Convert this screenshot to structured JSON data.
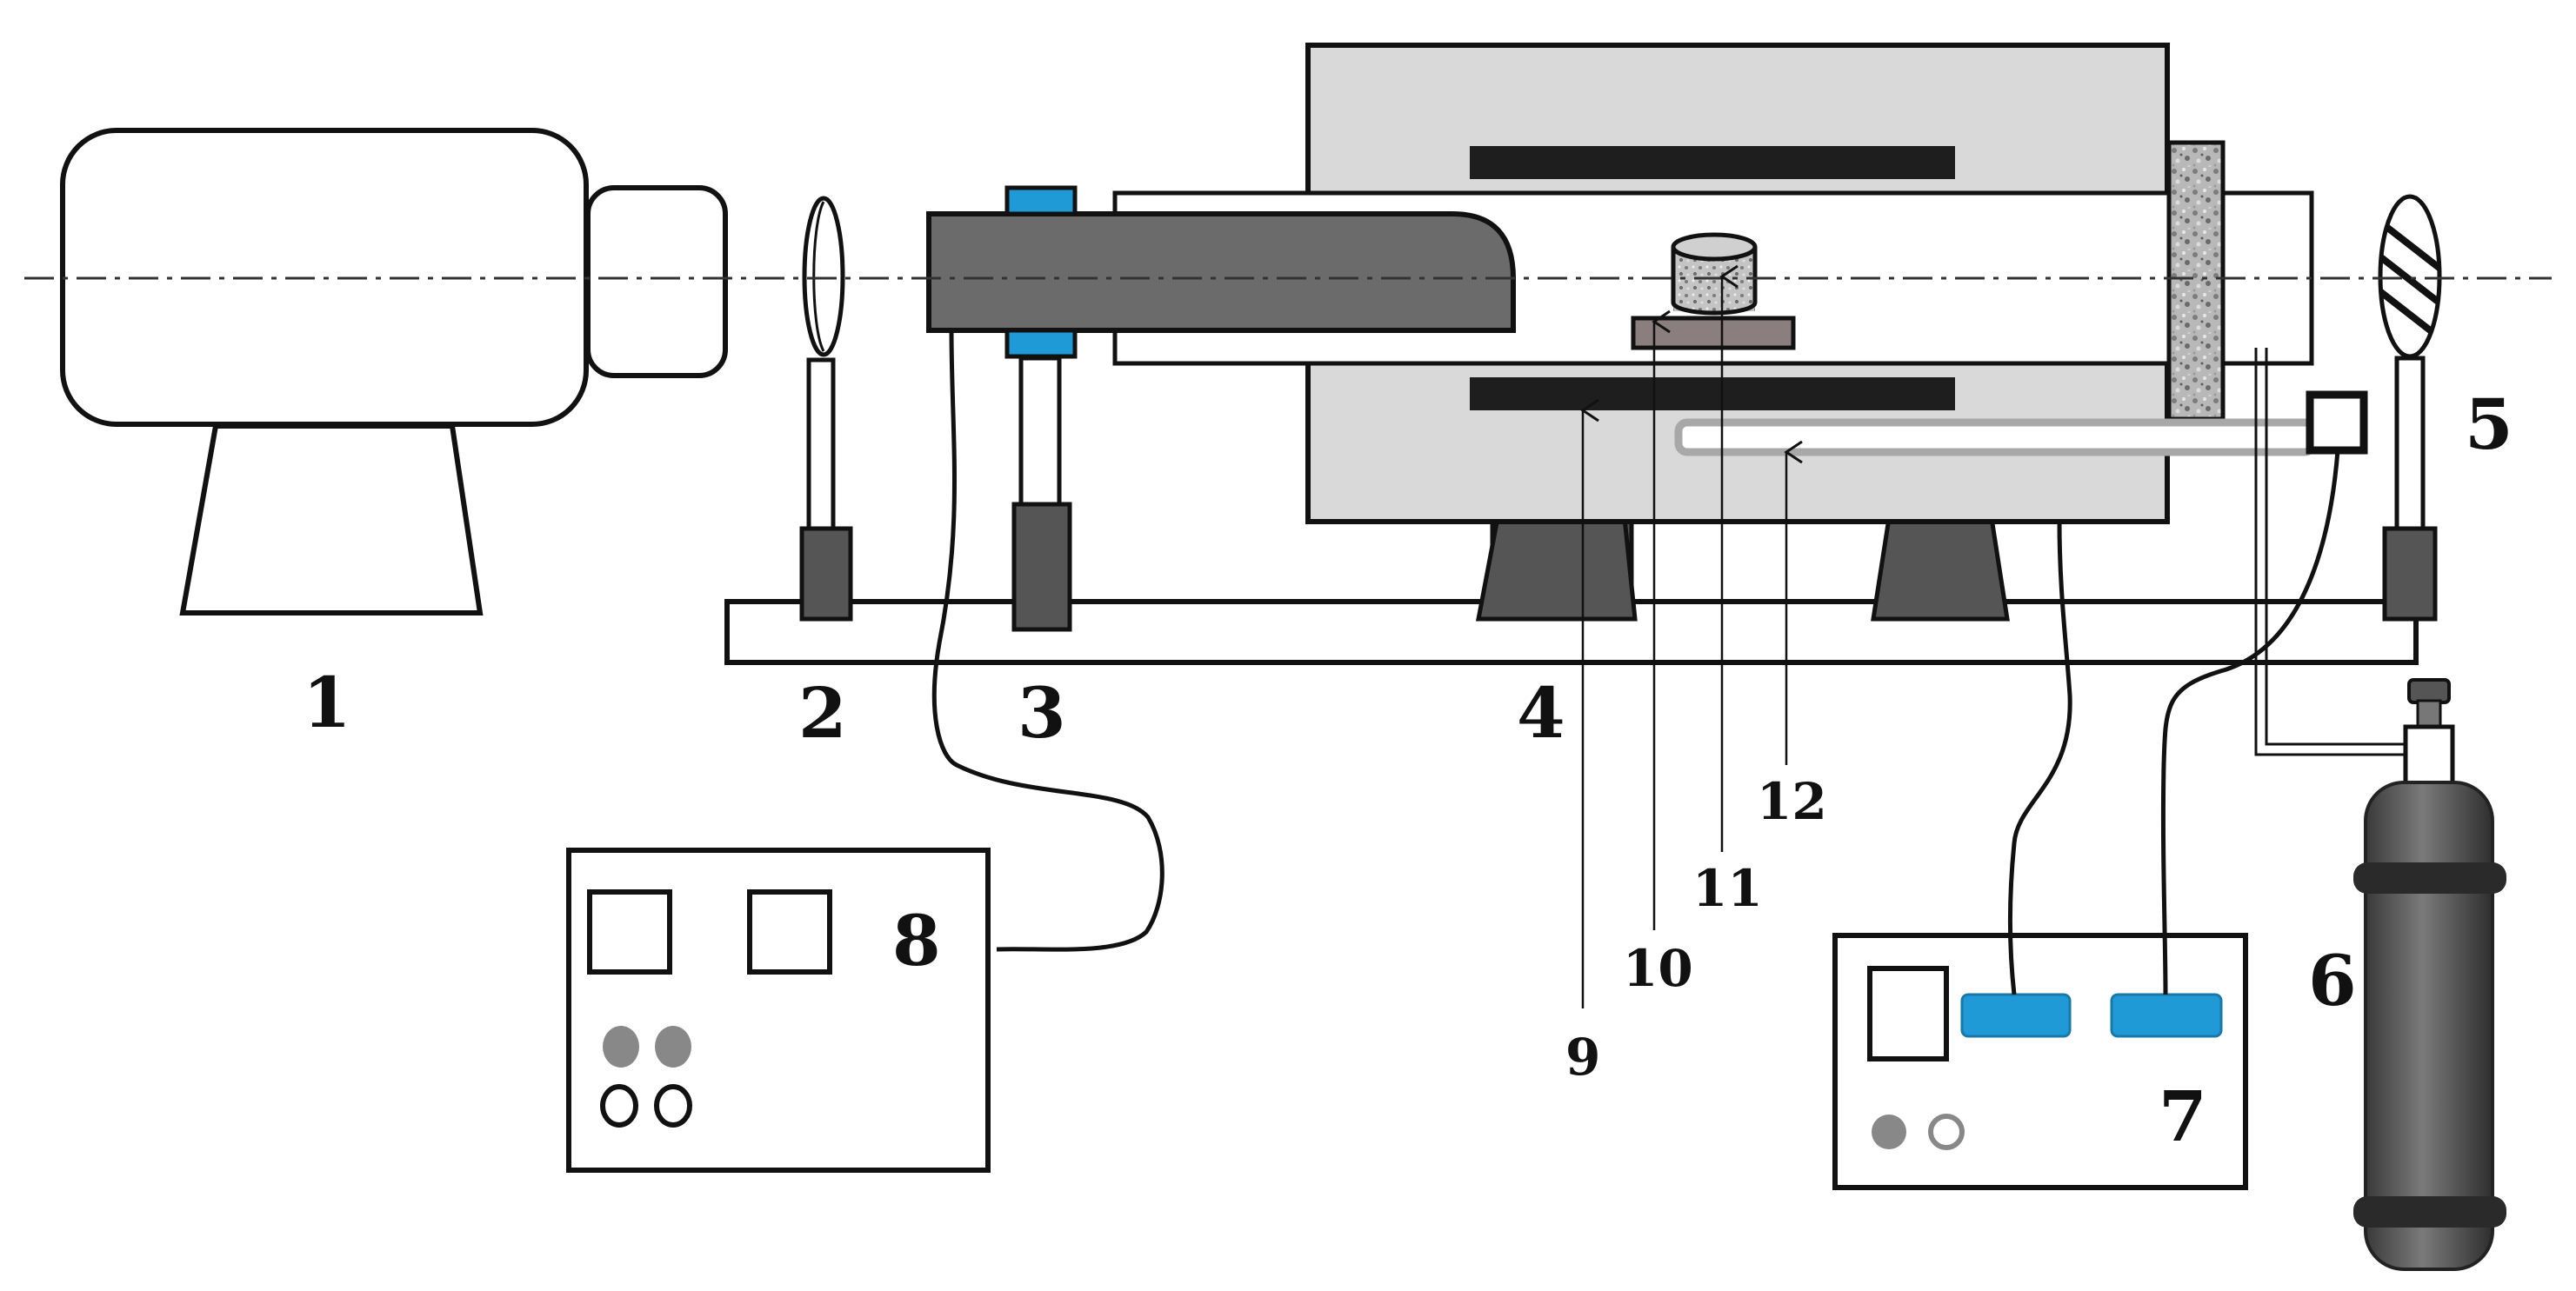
{
  "labels": {
    "1": "1",
    "2": "2",
    "3": "3",
    "4": "4",
    "5": "5",
    "6": "6",
    "7": "7",
    "8": "8",
    "9": "9",
    "10": "10",
    "11": "11",
    "12": "12"
  },
  "colors": {
    "outline": "#111111",
    "furnace_body": "#d9d9d9",
    "dark_gray": "#5a5a5a",
    "heater_black": "#1e1e1e",
    "clamp_blue": "#1f9ad6",
    "sample_holder": "#8a7e7e",
    "tube_gray": "#a8a8a8",
    "knob_gray": "#888888",
    "cylinder_gray": "#4a4a4a"
  }
}
